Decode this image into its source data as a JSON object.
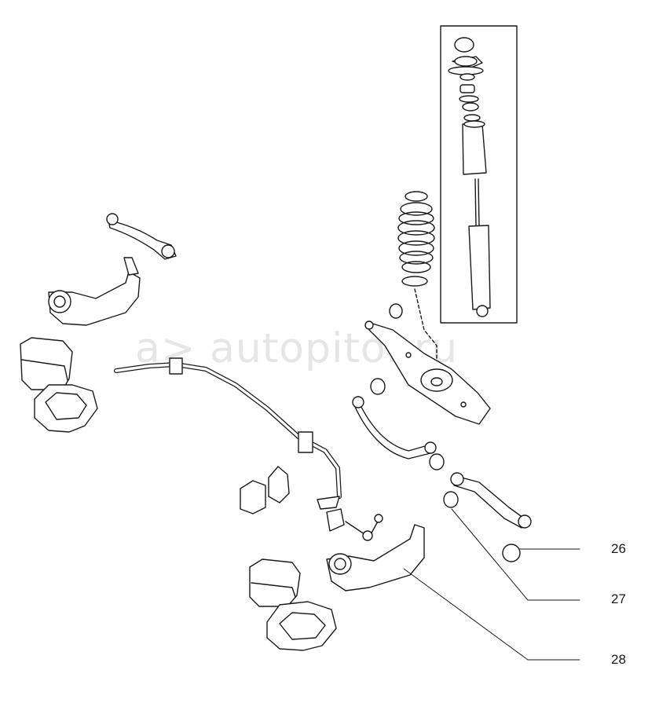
{
  "watermark": {
    "text": "a> autopitor.ru"
  },
  "callouts": [
    {
      "id": "26",
      "text": "26"
    },
    {
      "id": "27",
      "text": "27"
    },
    {
      "id": "28",
      "text": "28"
    }
  ],
  "colors": {
    "line": "#1a1a1a",
    "fill": "#ffffff",
    "watermark": "#e6e6e6"
  }
}
